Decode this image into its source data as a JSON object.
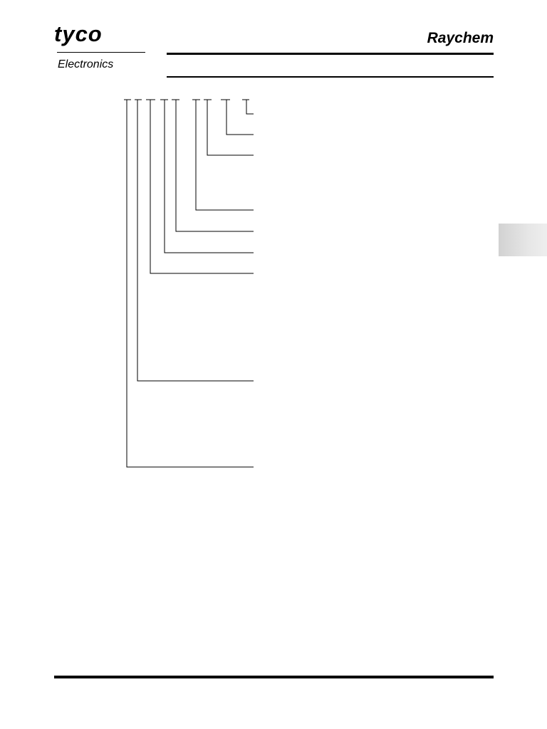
{
  "header": {
    "logo_wordmark": "tyco",
    "logo_subtitle": "Electronics",
    "brand": "Raychem"
  },
  "side_tab": {
    "color": "#e0e0e0"
  }
}
